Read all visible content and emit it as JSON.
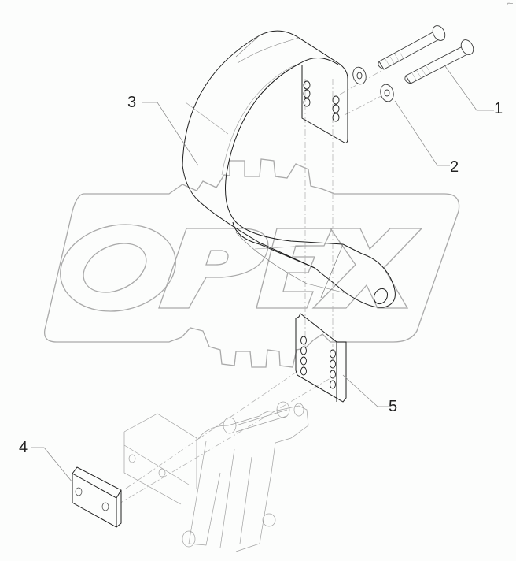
{
  "diagram": {
    "type": "exploded-parts-view",
    "watermark": {
      "text": "OPEX",
      "color": "#a9a9a9"
    },
    "corner_mark": "⌐–",
    "line_colors": {
      "part": "#1e1e1e",
      "ghost": "#9a9a9a",
      "leader": "#8a8a8a",
      "centerline": "#b4b4b4"
    },
    "callouts": [
      {
        "id": "1",
        "label": "1",
        "part": "bolt"
      },
      {
        "id": "2",
        "label": "2",
        "part": "washer"
      },
      {
        "id": "3",
        "label": "3",
        "part": "curved-shield-bracket"
      },
      {
        "id": "4",
        "label": "4",
        "part": "small-plate"
      },
      {
        "id": "5",
        "label": "5",
        "part": "adapter-plate"
      }
    ]
  }
}
